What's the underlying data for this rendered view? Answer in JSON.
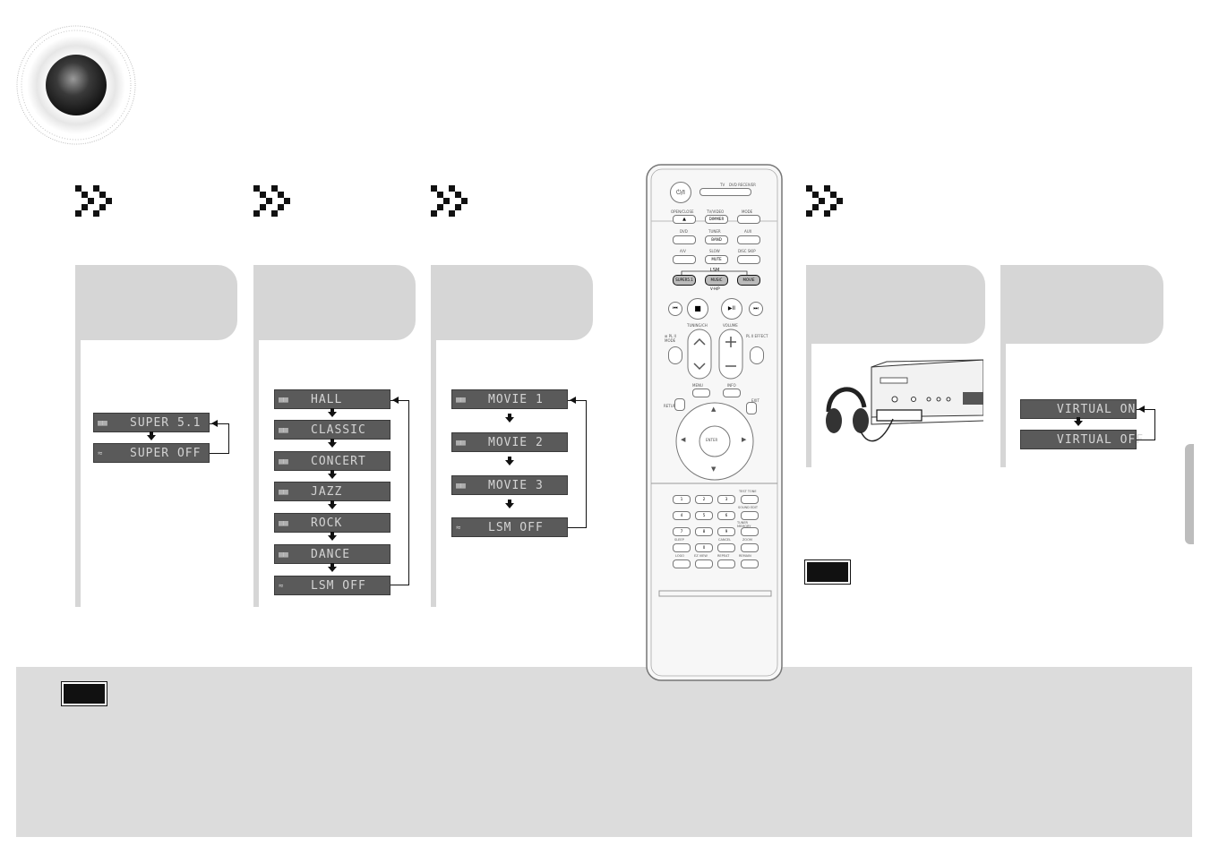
{
  "logo": {
    "icon": "speaker-disc-icon"
  },
  "sections": [
    {
      "id": "super51",
      "chevron_icon": "double-chevron-icon",
      "displays": [
        {
          "icon": "lsm-icon",
          "text": "SUPER 5.1"
        },
        {
          "icon": "off-icon",
          "text": "SUPER OFF"
        }
      ]
    },
    {
      "id": "music",
      "chevron_icon": "double-chevron-icon",
      "displays": [
        {
          "icon": "lsm-icon",
          "text": "HALL"
        },
        {
          "icon": "lsm-icon",
          "text": "CLASSIC"
        },
        {
          "icon": "lsm-icon",
          "text": "CONCERT"
        },
        {
          "icon": "lsm-icon",
          "text": "JAZZ"
        },
        {
          "icon": "lsm-icon",
          "text": "ROCK"
        },
        {
          "icon": "lsm-icon",
          "text": "DANCE"
        },
        {
          "icon": "off-icon",
          "text": "LSM OFF"
        }
      ]
    },
    {
      "id": "movie",
      "chevron_icon": "double-chevron-icon",
      "displays": [
        {
          "icon": "lsm-icon",
          "text": "MOVIE 1"
        },
        {
          "icon": "lsm-icon",
          "text": "MOVIE 2"
        },
        {
          "icon": "lsm-icon",
          "text": "MOVIE 3"
        },
        {
          "icon": "off-icon",
          "text": "LSM OFF"
        }
      ]
    },
    {
      "id": "virtual",
      "chevron_icon": "double-chevron-icon",
      "displays": [
        {
          "icon": "",
          "text": "VIRTUAL ON"
        },
        {
          "icon": "",
          "text": "VIRTUAL OFF"
        }
      ]
    }
  ],
  "remote": {
    "power": "⏻/I",
    "mode_labels": {
      "tv": "TV",
      "dvd_receiver": "DVD RECEIVER"
    },
    "row1": [
      "OPEN/CLOSE",
      "TV/VIDEO",
      "MODE"
    ],
    "row1_btn": [
      "▲",
      "DIMMER",
      ""
    ],
    "row2": [
      "DVD",
      "TUNER",
      "AUX"
    ],
    "row2_btn": [
      "",
      "BAND",
      ""
    ],
    "row3": [
      "A/V",
      "SLOW",
      "DISC SKIP"
    ],
    "row3_btn": [
      "",
      "MUTE",
      ""
    ],
    "lsm_label": "LSM",
    "lsm_btns": [
      "SUPER5.1",
      "MUSIC",
      "MOVIE"
    ],
    "vhp_label": "V-H/P",
    "transport": [
      "⏮",
      "■",
      "▶II",
      "⏭"
    ],
    "tuning_label": "TUNING/CH",
    "volume_label": "VOLUME",
    "pl_mode": "⊞ PL II MODE",
    "pl_effect": "PL II EFFECT",
    "menu": "MENU",
    "info": "INFO",
    "return": "RETURN",
    "exit": "EXIT",
    "enter": "ENTER",
    "numpad": [
      "1",
      "2",
      "3",
      "4",
      "5",
      "6",
      "7",
      "8",
      "9",
      "0"
    ],
    "numpad_side": [
      "TEST TONE",
      "SOUND EDIT",
      "TUNER MEMORY",
      "SLEEP",
      "CANCEL",
      "ZOOM",
      "LOGO",
      "EZ VIEW",
      "REPEAT",
      "REMAIN"
    ]
  },
  "colors": {
    "panel": "#d6d6d6",
    "lcd": "#5a5a5a",
    "lcd_text": "#d4d4d4",
    "note_bg": "#dcdcdc"
  }
}
